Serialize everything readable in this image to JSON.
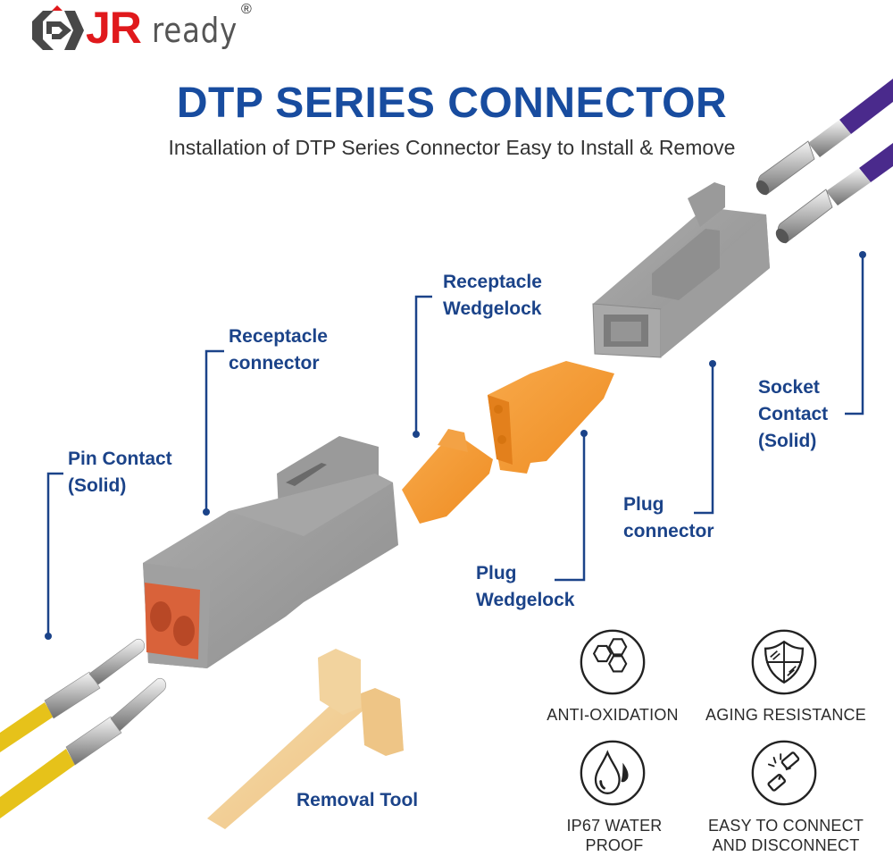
{
  "brand": {
    "logo_text_red": "JR",
    "logo_text_gray": "ready",
    "registered_mark": "®",
    "colors": {
      "red": "#e0191c",
      "gray": "#555555"
    }
  },
  "header": {
    "title": "DTP SERIES CONNECTOR",
    "subtitle": "Installation of DTP Series Connector Easy to Install & Remove"
  },
  "callouts": {
    "receptacle_connector": {
      "line1": "Receptacle",
      "line2": "connector"
    },
    "pin_contact": {
      "line1": "Pin Contact",
      "line2": "(Solid)"
    },
    "receptacle_wedgelock": {
      "line1": "Receptacle",
      "line2": "Wedgelock"
    },
    "plug_wedgelock": {
      "line1": "Plug",
      "line2": "Wedgelock"
    },
    "plug_connector": {
      "line1": "Plug",
      "line2": "connector"
    },
    "socket_contact": {
      "line1": "Socket",
      "line2": "Contact",
      "line3": "(Solid)"
    },
    "removal_tool": {
      "line1": "Removal Tool"
    }
  },
  "features": [
    {
      "icon": "hexagon-cluster-icon",
      "line1": "ANTI-OXIDATION",
      "line2": ""
    },
    {
      "icon": "shield-icon",
      "line1": "AGING RESISTANCE",
      "line2": ""
    },
    {
      "icon": "water-drop-icon",
      "line1": "IP67 WATER",
      "line2": "PROOF"
    },
    {
      "icon": "broken-link-icon",
      "line1": "EASY TO CONNECT",
      "line2": "AND DISCONNECT"
    }
  ],
  "colors": {
    "accent_blue": "#184c9f",
    "callout_blue": "#1b4389",
    "connector_gray": "#9b9b9b",
    "wedgelock_orange": "#f39a2e",
    "seal_orange": "#d9623a",
    "pin_wire_yellow": "#e6c21a",
    "socket_wire_purple": "#4a2a8c",
    "tool_beige": "#f1cf95"
  }
}
